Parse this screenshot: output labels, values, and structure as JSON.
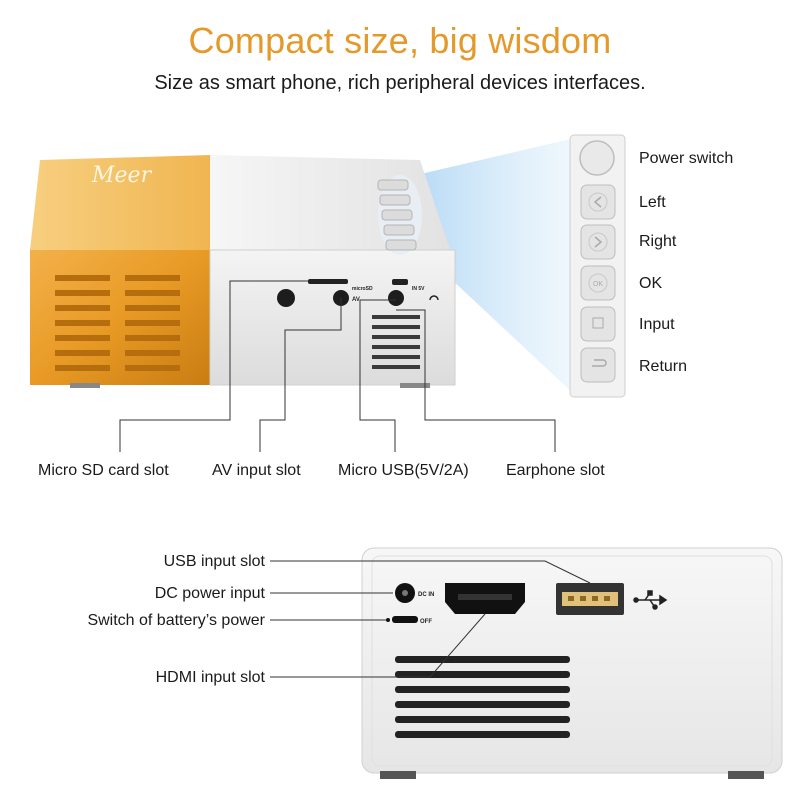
{
  "header": {
    "title": "Compact size, big wisdom",
    "subtitle": "Size as smart phone, rich peripheral devices interfaces."
  },
  "projector_top": {
    "brand": "Meer",
    "port_labels": {
      "microsd": "microSD",
      "av": "AV",
      "in5v": "IN 5V"
    },
    "callouts": [
      {
        "label": "Micro SD card slot"
      },
      {
        "label": "AV input slot"
      },
      {
        "label": "Micro USB(5V/2A)"
      },
      {
        "label": "Earphone slot"
      }
    ]
  },
  "control_panel": {
    "buttons": [
      {
        "label": "Power switch",
        "icon": "power-icon"
      },
      {
        "label": "Left",
        "icon": "left-arrow-icon"
      },
      {
        "label": "Right",
        "icon": "right-arrow-icon"
      },
      {
        "label": "OK",
        "icon": "ok-icon",
        "glyph": "OK"
      },
      {
        "label": "Input",
        "icon": "input-icon"
      },
      {
        "label": "Return",
        "icon": "return-icon"
      }
    ]
  },
  "projector_back": {
    "port_labels": {
      "dcin": "DC IN",
      "off": "OFF"
    },
    "callouts": [
      {
        "label": "USB input slot"
      },
      {
        "label": "DC power input"
      },
      {
        "label": "Switch of battery’s power"
      },
      {
        "label": "HDMI input slot"
      }
    ]
  },
  "colors": {
    "accent_orange": "#e39a2a",
    "body_white": "#eeeeee",
    "beam_blue": "#bfe0f7"
  }
}
